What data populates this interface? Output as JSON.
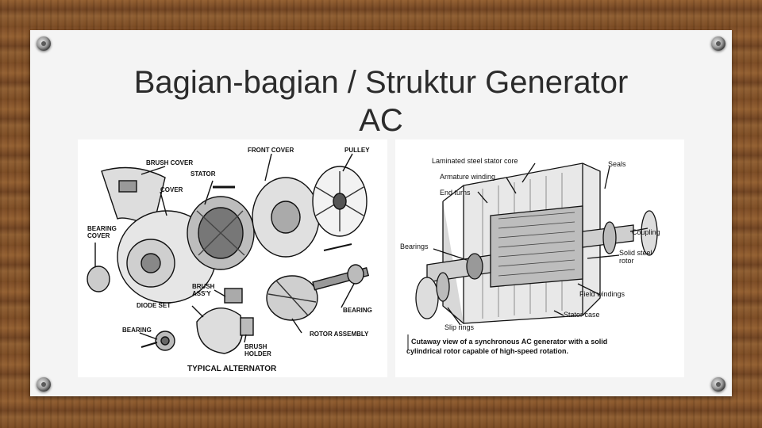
{
  "slide": {
    "title_line1": "Bagian-bagian / Struktur Generator",
    "title_line2": "AC"
  },
  "left_figure": {
    "caption": "TYPICAL ALTERNATOR",
    "labels": {
      "brush_cover": "BRUSH COVER",
      "front_cover": "FRONT COVER",
      "pulley": "PULLEY",
      "stator": "STATOR",
      "cover": "COVER",
      "bearing_cover_1": "BEARING",
      "bearing_cover_2": "COVER",
      "brush_assy_1": "BRUSH",
      "brush_assy_2": "ASS'Y",
      "diode_set": "DIODE SET",
      "bearing_right": "BEARING",
      "bearing_left": "BEARING",
      "rotor_assembly": "ROTOR ASSEMBLY",
      "brush_holder_1": "BRUSH",
      "brush_holder_2": "HOLDER"
    }
  },
  "right_figure": {
    "labels": {
      "laminated_core": "Laminated steel stator core",
      "armature_winding": "Armature winding",
      "end_turns": "End turns",
      "seals": "Seals",
      "bearings": "Bearings",
      "coupling": "Coupling",
      "solid_rotor_1": "Solid steel",
      "solid_rotor_2": "rotor",
      "field_windings": "Field windings",
      "stator_case": "Stator case",
      "slip_rings": "Slip rings"
    },
    "caption_line1": "Cutaway view of a synchronous AC generator with a solid",
    "caption_line2": "cylindrical rotor capable of high-speed rotation."
  }
}
